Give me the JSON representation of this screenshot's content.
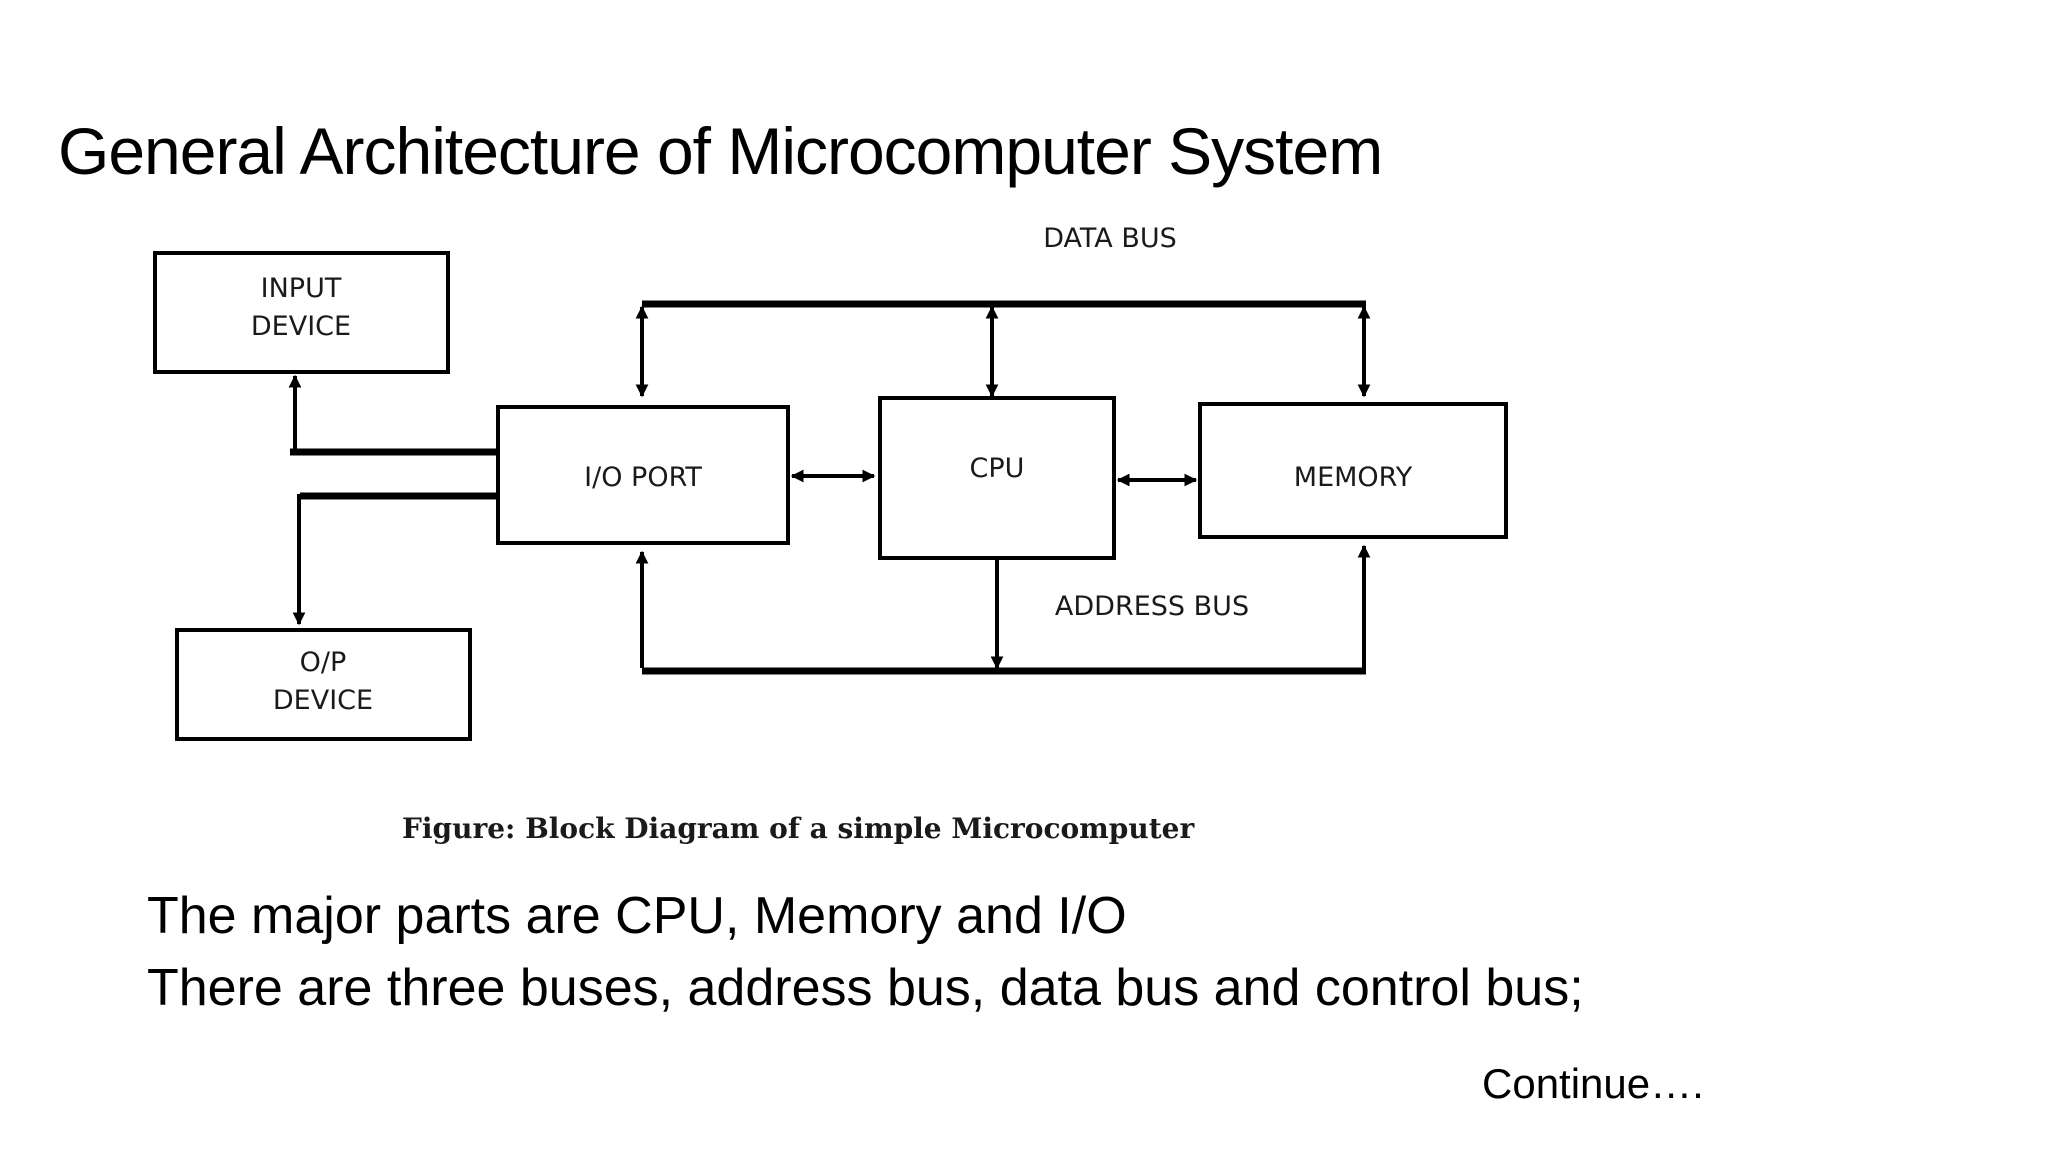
{
  "slide": {
    "title": "General Architecture of Microcomputer System",
    "body_lines": [
      "The major parts are CPU, Memory and I/O",
      "There are three buses, address bus, data bus and control bus;"
    ],
    "continue_text": "Continue…."
  },
  "diagram": {
    "blocks": {
      "input_device": [
        "INPUT",
        "DEVICE"
      ],
      "output_device": [
        "O/P",
        "DEVICE"
      ],
      "io_port": "I/O PORT",
      "cpu": "CPU",
      "memory": "MEMORY"
    },
    "buses": {
      "data_bus": "DATA BUS",
      "address_bus": "ADDRESS BUS"
    },
    "caption": "Figure: Block Diagram of a simple Microcomputer"
  }
}
